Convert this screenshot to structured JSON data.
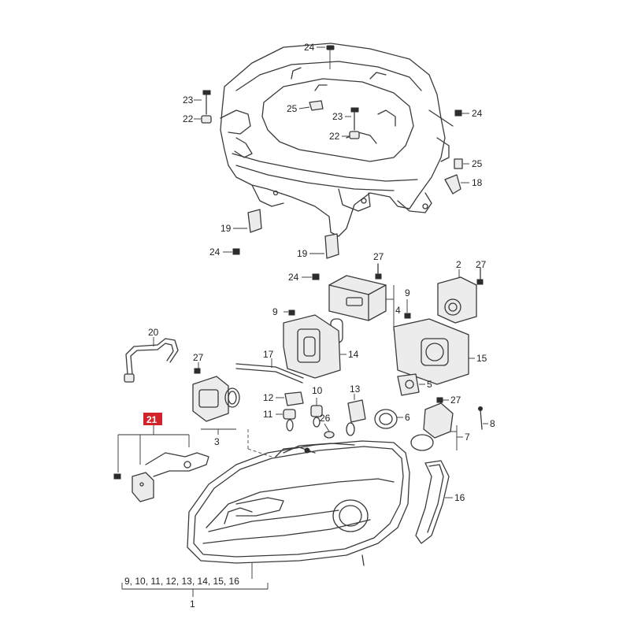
{
  "callouts": {
    "c24a": "24",
    "c25a": "25",
    "c23a": "23",
    "c22a": "22",
    "c23b": "23",
    "c22b": "22",
    "c24b": "24",
    "c25b": "25",
    "c18": "18",
    "c19a": "19",
    "c24c": "24",
    "c19b": "19",
    "c24d": "24",
    "c27a": "27",
    "c2": "2",
    "c27b": "27",
    "c4": "4",
    "c9a": "9",
    "c9b": "9",
    "c20": "20",
    "c14": "14",
    "c15": "15",
    "c27c": "27",
    "c17": "17",
    "c12": "12",
    "c10": "10",
    "c13": "13",
    "c5": "5",
    "c27d": "27",
    "c8": "8",
    "c11": "11",
    "c26": "26",
    "c6": "6",
    "c7": "7",
    "c3": "3",
    "c16": "16",
    "c1": "1",
    "c21": "21"
  },
  "group_label": "9, 10, 11, 12, 13, 14, 15, 16",
  "highlight_color": "#d2232a"
}
